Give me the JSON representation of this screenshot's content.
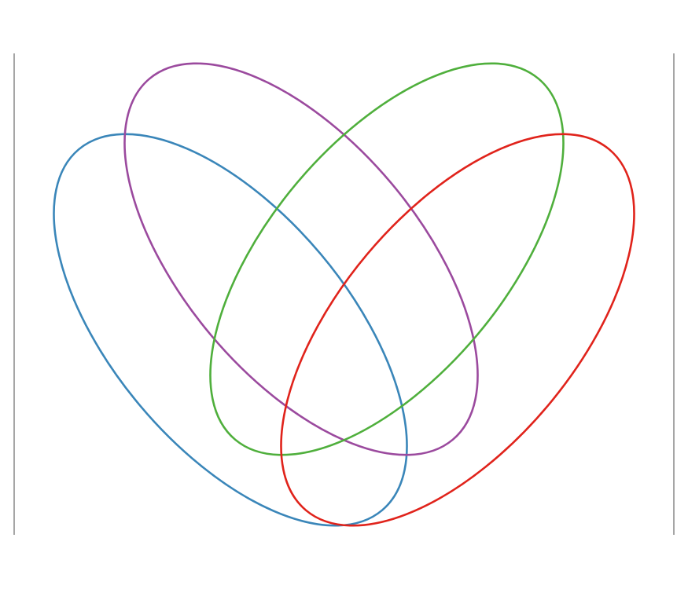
{
  "diagram": {
    "type": "venn",
    "set_count": 4,
    "shape": "ellipse",
    "labels_visible": false,
    "sets": [
      {
        "id": "blue",
        "color": "#3a86b9"
      },
      {
        "id": "purple",
        "color": "#9b4a9e"
      },
      {
        "id": "green",
        "color": "#4faf3c"
      },
      {
        "id": "red",
        "color": "#e0231b"
      }
    ],
    "frame": {
      "color": "#888888",
      "sides": [
        "left",
        "right"
      ]
    }
  }
}
